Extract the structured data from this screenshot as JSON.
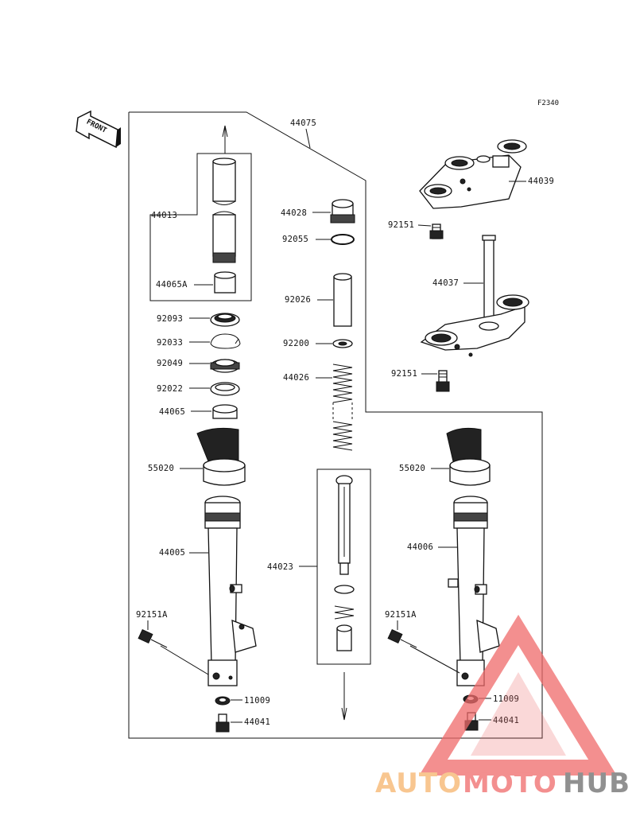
{
  "figure_code": "F2340",
  "front_arrow_label": "FRONT",
  "labels": {
    "assembly": "44075",
    "top_bracket": "44039",
    "bolt_top": "92151",
    "steering_stem": "44037",
    "bolt_stem": "92151",
    "fork_tube": "44013",
    "bushing_a": "44065A",
    "oil_seal_cap": "92093",
    "circlip": "92033",
    "oil_seal": "92049",
    "washer_22": "92022",
    "bushing": "44065",
    "top_plug": "44028",
    "o_ring": "92055",
    "spacer": "92026",
    "washer_200": "92200",
    "spring": "44026",
    "dust_cover_left": "55020",
    "dust_cover_right": "55020",
    "outer_tube_left": "44005",
    "outer_tube_right": "44006",
    "damper_rod": "44023",
    "axle_bolt_left": "92151A",
    "axle_bolt_right": "92151A",
    "gasket_left": "11009",
    "gasket_right": "11009",
    "bottom_bolt_left": "44041",
    "bottom_bolt_right": "44041"
  },
  "watermark": {
    "part1": "AUTO",
    "part2": "MOTO",
    "part3": "HUB",
    "colors": {
      "auto": "#f6b36b",
      "moto": "#ef6a6a",
      "hub": "#6b6b6b",
      "triangle": "#ef6a6a"
    }
  }
}
